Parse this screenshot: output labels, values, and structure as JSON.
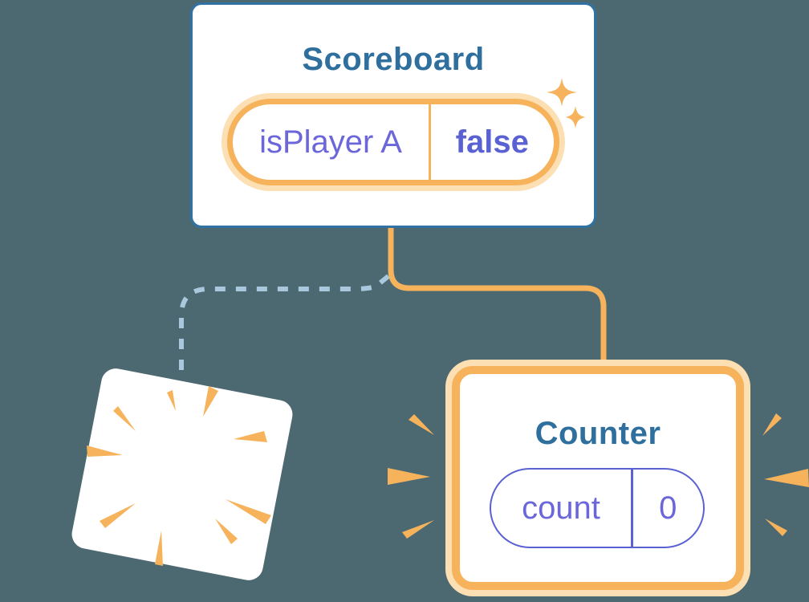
{
  "colors": {
    "background": "#4c6972",
    "card_bg": "#ffffff",
    "blue_border": "#2f72a3",
    "blue_text": "#2f6f9e",
    "orange": "#f6b35c",
    "orange_light": "#fcdfb2",
    "purple": "#5a61d2",
    "purple_soft": "#6b67da",
    "dashed_line": "#a9c7dd"
  },
  "scoreboard": {
    "title": "Scoreboard",
    "state": {
      "key": "isPlayer A",
      "value": "false"
    }
  },
  "counter": {
    "title": "Counter",
    "state": {
      "key": "count",
      "value": "0"
    }
  },
  "icons": {
    "sparkles": "sparkle-icon",
    "burst_rays": "burst-rays-icon",
    "poof": "poof-explosion-icon"
  },
  "connectors": {
    "solid": "parent-to-counter",
    "dashed": "parent-to-removed-child"
  }
}
